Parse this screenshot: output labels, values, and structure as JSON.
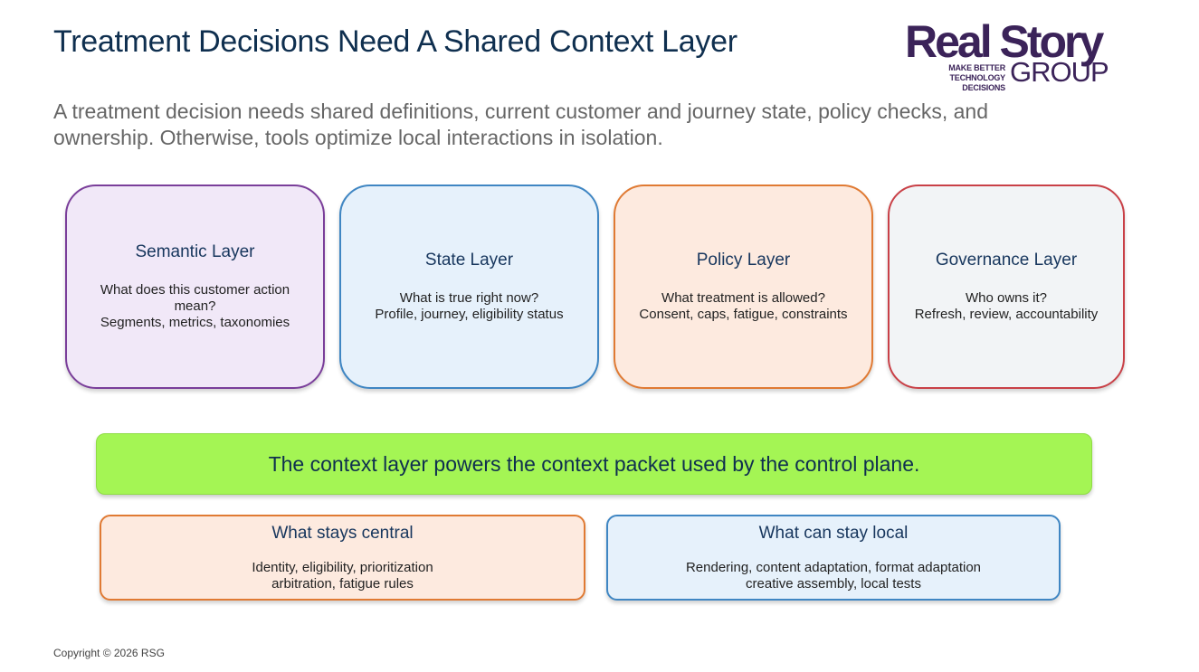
{
  "slide": {
    "title": "Treatment Decisions Need A Shared Context Layer",
    "subtitle": "A treatment decision needs shared definitions, current customer and journey state, policy checks, and ownership. Otherwise, tools optimize local interactions in isolation."
  },
  "logo": {
    "name": "Real Story",
    "group": "GROUP",
    "tagline_line1": "MAKE BETTER",
    "tagline_line2": "TECHNOLOGY DECISIONS",
    "color": "#3b2359"
  },
  "layers": [
    {
      "title": "Semantic Layer",
      "lines": [
        "What does this customer action mean?",
        "Segments, metrics, taxonomies"
      ],
      "fill": "#f1e8f8",
      "border": "#7a3e9a"
    },
    {
      "title": "State Layer",
      "lines": [
        "What is true right now?",
        "Profile, journey, eligibility status"
      ],
      "fill": "#e6f1fb",
      "border": "#3f86c3"
    },
    {
      "title": "Policy Layer",
      "lines": [
        "What treatment is allowed?",
        "Consent, caps, fatigue, constraints"
      ],
      "fill": "#fdeadf",
      "border": "#e07a33"
    },
    {
      "title": "Governance Layer",
      "lines": [
        "Who owns it?",
        "Refresh, review, accountability"
      ],
      "fill": "#f2f4f6",
      "border": "#c94047"
    }
  ],
  "banner": {
    "text": "The context layer powers the context packet used by the control plane.",
    "fill": "#a4f554"
  },
  "central": {
    "title": "What stays central",
    "lines": [
      "Identity, eligibility, prioritization",
      "arbitration, fatigue rules"
    ]
  },
  "local": {
    "title": "What can stay local",
    "lines": [
      "Rendering, content adaptation, format adaptation",
      "creative assembly, local tests"
    ]
  },
  "footer": {
    "copyright": "Copyright © 2026 RSG"
  }
}
